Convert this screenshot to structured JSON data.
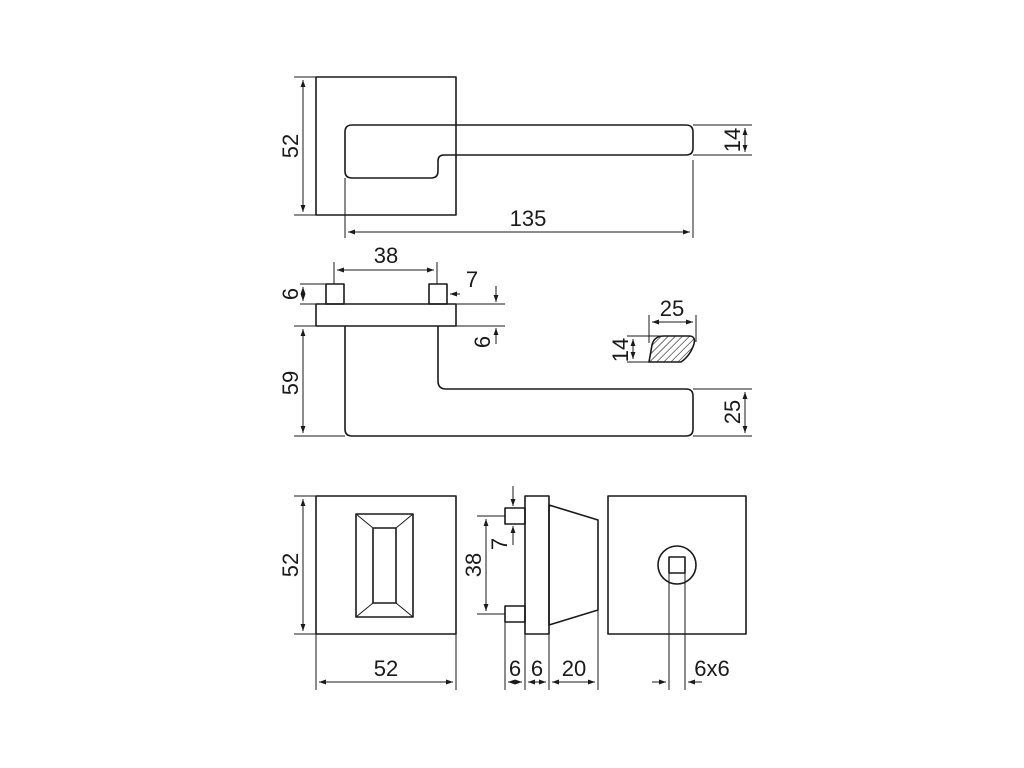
{
  "dimensions": {
    "rose_height_top": "52",
    "lever_thickness": "14",
    "lever_length": "135",
    "pin_spacing": "38",
    "pin_height": "6",
    "pin_width": "7",
    "rose_thickness": "6",
    "lever_drop": "59",
    "lever_width": "25",
    "section_width": "25",
    "section_height": "14",
    "wc_rose_height": "52",
    "wc_rose_width": "52",
    "wc_pin_width": "7",
    "wc_pin_spacing": "38",
    "wc_depth_a": "6",
    "wc_depth_b": "6",
    "wc_depth_c": "20",
    "spindle_size": "6x6"
  }
}
